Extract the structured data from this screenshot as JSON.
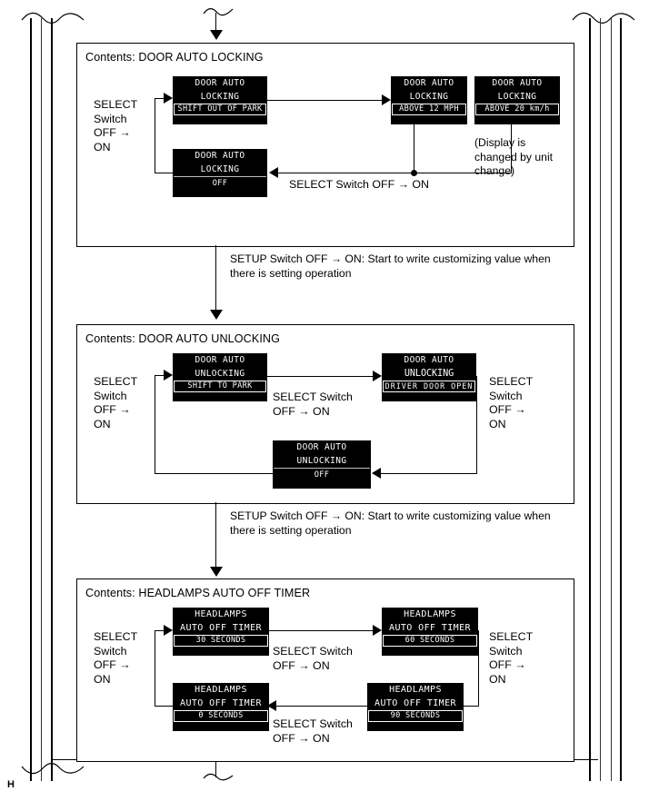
{
  "page": {
    "bottom_marker": "H",
    "transition_note": "SETUP Switch OFF → ON: Start to write customizing value when there is setting operation",
    "select_switch_label": "SELECT Switch OFF → ON",
    "select_vertical_label": "SELECT\nSwitch\nOFF →\nON",
    "colors": {
      "ink": "#000000",
      "paper": "#ffffff",
      "lcd_bg": "#000000",
      "lcd_fg": "#ffffff"
    }
  },
  "sections": [
    {
      "id": "door-auto-locking",
      "title": "Contents: DOOR AUTO LOCKING",
      "entry_label_lines": [
        "SELECT",
        "Switch",
        "OFF →",
        "ON"
      ],
      "return_label": "SELECT Switch OFF → ON",
      "side_note": "(Display is changed by unit change)",
      "displays": [
        {
          "key": "shift-out-of-park",
          "line1": "DOOR AUTO",
          "line2": "LOCKING",
          "value": "SHIFT OUT OF PARK",
          "value_style": "boxed"
        },
        {
          "key": "above-12-mph",
          "line1": "DOOR AUTO",
          "line2": "LOCKING",
          "value": "ABOVE 12 MPH",
          "value_style": "boxed"
        },
        {
          "key": "above-20-kmh",
          "line1": "DOOR AUTO",
          "line2": "LOCKING",
          "value": "ABOVE 20 km/h",
          "value_style": "boxed"
        },
        {
          "key": "locking-off",
          "line1": "DOOR AUTO",
          "line2": "LOCKING",
          "value": "OFF",
          "value_style": "ruled"
        }
      ]
    },
    {
      "id": "door-auto-unlocking",
      "title": "Contents: DOOR AUTO UNLOCKING",
      "entry_label_lines": [
        "SELECT",
        "Switch",
        "OFF →",
        "ON"
      ],
      "mid_label": "SELECT Switch OFF → ON",
      "right_label_lines": [
        "SELECT",
        "Switch",
        "OFF →",
        "ON"
      ],
      "displays": [
        {
          "key": "shift-to-park",
          "line1": "DOOR AUTO",
          "line2": "UNLOCKING",
          "value": "SHIFT TO PARK",
          "value_style": "boxed"
        },
        {
          "key": "driver-door-open",
          "line1": "DOOR AUTO",
          "line2": "UNLOCKING",
          "value": "DRIVER DOOR OPEN",
          "value_style": "boxed"
        },
        {
          "key": "unlocking-off",
          "line1": "DOOR AUTO",
          "line2": "UNLOCKING",
          "value": "OFF",
          "value_style": "ruled"
        }
      ]
    },
    {
      "id": "headlamps-auto-off-timer",
      "title": "Contents: HEADLAMPS AUTO OFF TIMER",
      "entry_label_lines": [
        "SELECT",
        "Switch",
        "OFF →",
        "ON"
      ],
      "top_label": "SELECT Switch OFF → ON",
      "right_label_lines": [
        "SELECT",
        "Switch",
        "OFF →",
        "ON"
      ],
      "bottom_label": "SELECT Switch OFF → ON",
      "displays": [
        {
          "key": "timer-30",
          "line1": "HEADLAMPS",
          "line2": "AUTO OFF TIMER",
          "value": "30 SECONDS",
          "value_style": "boxed"
        },
        {
          "key": "timer-60",
          "line1": "HEADLAMPS",
          "line2": "AUTO OFF TIMER",
          "value": "60 SECONDS",
          "value_style": "boxed"
        },
        {
          "key": "timer-90",
          "line1": "HEADLAMPS",
          "line2": "AUTO OFF TIMER",
          "value": "90 SECONDS",
          "value_style": "boxed"
        },
        {
          "key": "timer-0",
          "line1": "HEADLAMPS",
          "line2": "AUTO OFF TIMER",
          "value": "0 SECONDS",
          "value_style": "boxed"
        }
      ]
    }
  ]
}
